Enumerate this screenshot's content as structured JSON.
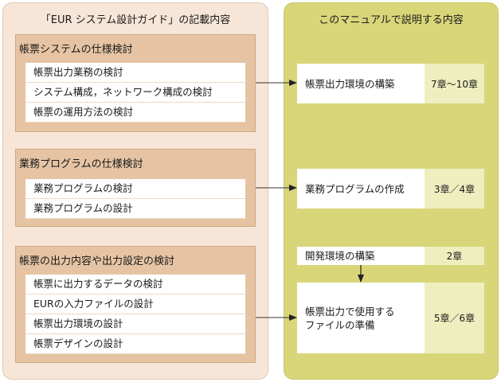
{
  "left_panel": {
    "title": "「EUR システム設計ガイド」の記載内容",
    "groups": [
      {
        "title": "帳票システムの仕様検討",
        "items": [
          "帳票出力業務の検討",
          "システム構成，ネットワーク構成の検討",
          "帳票の運用方法の検討"
        ]
      },
      {
        "title": "業務プログラムの仕様検討",
        "items": [
          "業務プログラムの検討",
          "業務プログラムの設計"
        ]
      },
      {
        "title": "帳票の出力内容や出力設定の検討",
        "items": [
          "帳票に出力するデータの検討",
          "EURの入力ファイルの設計",
          "帳票出力環境の設計",
          "帳票デザインの設計"
        ]
      }
    ]
  },
  "right_panel": {
    "title": "このマニュアルで説明する内容",
    "boxes": [
      {
        "label": "帳票出力環境の構築",
        "chapter": "7章～10章"
      },
      {
        "label": "業務プログラムの作成",
        "chapter": "3章／4章"
      },
      {
        "label": "開発環境の構築",
        "chapter": "2章"
      },
      {
        "label_line1": "帳票出力で使用する",
        "label_line2": "ファイルの準備",
        "chapter": "5章／6章"
      }
    ]
  },
  "colors": {
    "left_bg": "#f7e6d7",
    "group_bg": "#e6c4a3",
    "right_bg": "#d8d679",
    "chapter_bg": "#efeebf"
  }
}
